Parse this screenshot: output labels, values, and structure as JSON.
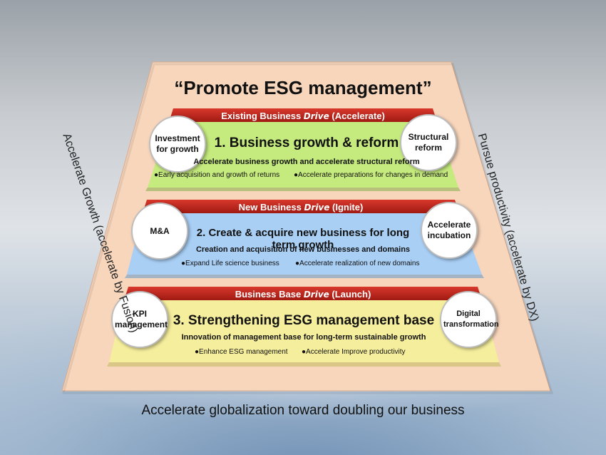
{
  "title": "“Promote ESG management”",
  "left_side": "Accelerate Growth (accelerate by Fusion)",
  "right_side": "Pursue productivity (accelerate by DX)",
  "bottom": "Accelerate globalization toward doubling our business",
  "tiers": [
    {
      "header_pre": "Existing Business ",
      "header_drive": "Drive",
      "header_post": " (Accelerate)",
      "left_circle": "Investment\nfor growth",
      "right_circle": "Structural\nreform",
      "heading": "1. Business growth & reform",
      "sub": "Accelerate business growth and accelerate structural reform",
      "bullets": [
        "●Early acquisition and growth of returns",
        "●Accelerate preparations for changes in demand"
      ],
      "color": "#c5ea7e"
    },
    {
      "header_pre": "New Business ",
      "header_drive": "Drive",
      "header_post": " (Ignite)",
      "left_circle": "M&A",
      "right_circle": "Accelerate\nincubation",
      "heading": "2. Create & acquire new business for long term growth",
      "sub": "Creation and acquisition of new businesses and domains",
      "bullets": [
        "●Expand Life science business",
        "●Accelerate realization of new domains"
      ],
      "color": "#a9cff5"
    },
    {
      "header_pre": "Business Base ",
      "header_drive": "Drive",
      "header_post": " (Launch)",
      "left_circle": "KPI\nmanagement",
      "right_circle": "Digital\ntransformation",
      "heading": "3. Strengthening ESG management base",
      "sub": "Innovation of management base for long-term sustainable growth",
      "bullets": [
        "●Enhance ESG management",
        "●Accelerate Improve productivity"
      ],
      "color": "#f5ee9d"
    }
  ],
  "colors": {
    "trapezoid": "#f8d6bc",
    "header_red": "#c8281e"
  }
}
